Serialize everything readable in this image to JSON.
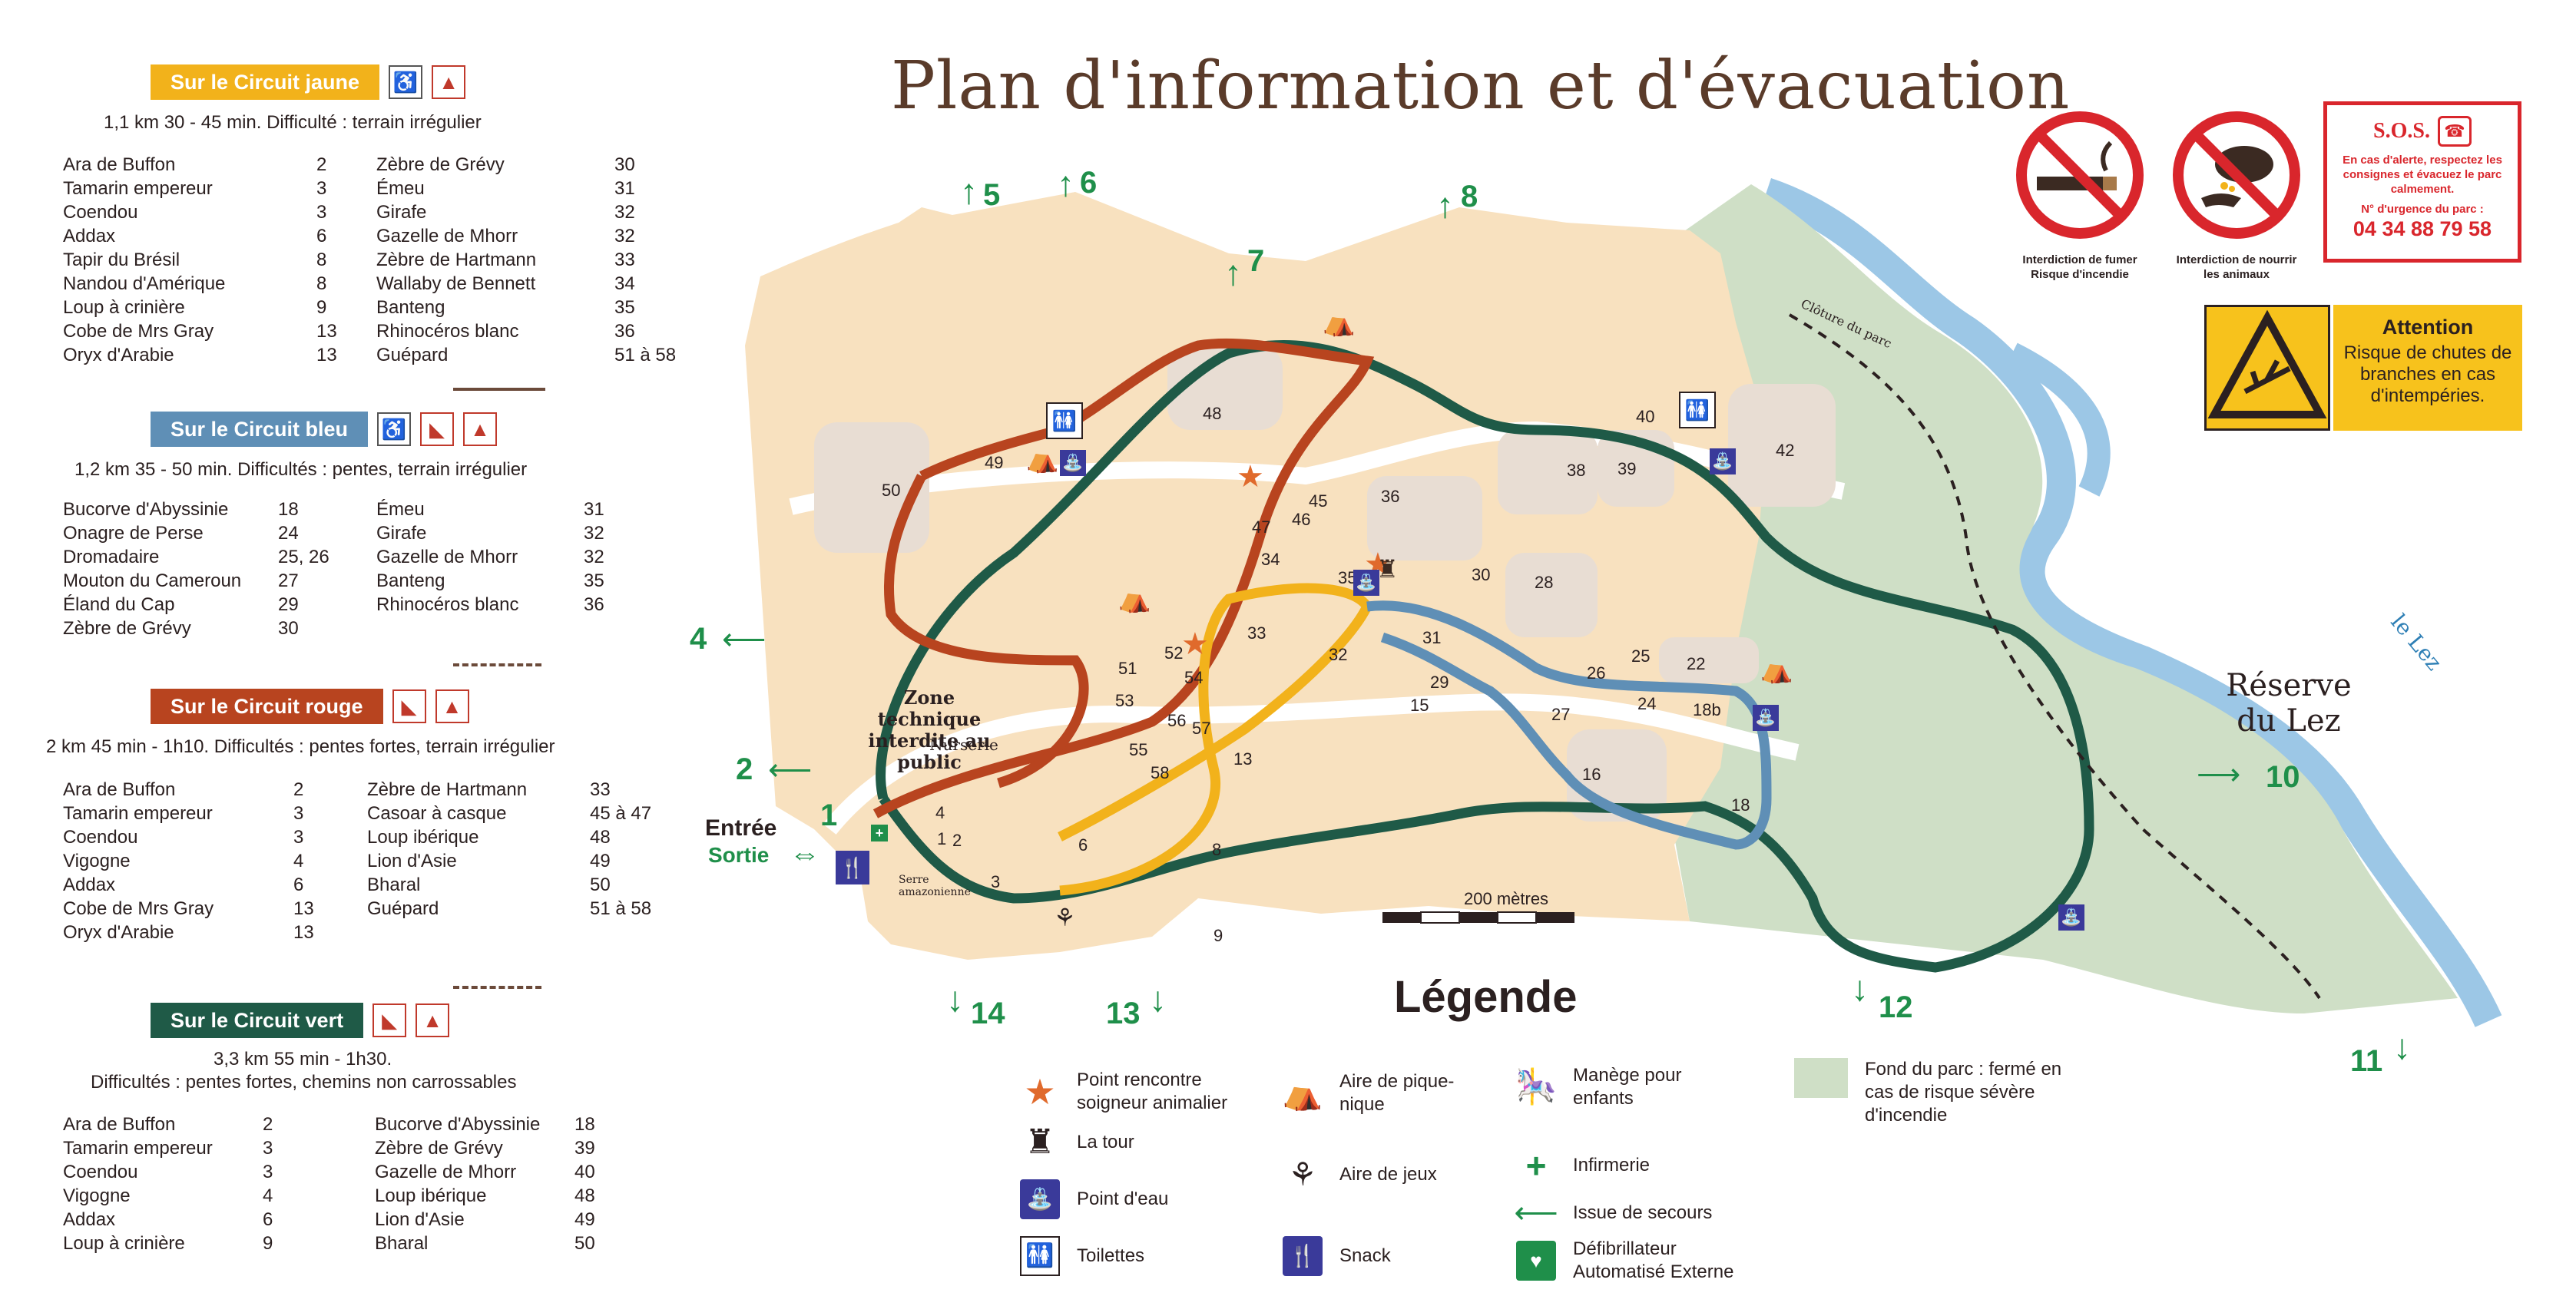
{
  "title": "Plan d'information et d'évacuation",
  "circuits": {
    "jaune": {
      "label": "Sur le Circuit jaune",
      "color": "#f2b21b",
      "info": "1,1 km   30 - 45 min. Difficulté : terrain irrégulier",
      "left": [
        {
          "name": "Ara de Buffon",
          "num": "2"
        },
        {
          "name": "Tamarin empereur",
          "num": "3"
        },
        {
          "name": "Coendou",
          "num": "3"
        },
        {
          "name": "Addax",
          "num": "6"
        },
        {
          "name": "Tapir du Brésil",
          "num": "8"
        },
        {
          "name": "Nandou d'Amérique",
          "num": "8"
        },
        {
          "name": "Loup à crinière",
          "num": "9"
        },
        {
          "name": "Cobe de Mrs Gray",
          "num": "13"
        },
        {
          "name": "Oryx d'Arabie",
          "num": "13"
        }
      ],
      "right": [
        {
          "name": "Zèbre de Grévy",
          "num": "30"
        },
        {
          "name": "Émeu",
          "num": "31"
        },
        {
          "name": "Girafe",
          "num": "32"
        },
        {
          "name": "Gazelle de Mhorr",
          "num": "32"
        },
        {
          "name": "Zèbre de Hartmann",
          "num": "33"
        },
        {
          "name": "Wallaby de Bennett",
          "num": "34"
        },
        {
          "name": "Banteng",
          "num": "35"
        },
        {
          "name": "Rhinocéros blanc",
          "num": "36"
        },
        {
          "name": "Guépard",
          "num": "51 à 58"
        }
      ]
    },
    "bleu": {
      "label": "Sur le Circuit bleu",
      "color": "#5f8fb6",
      "info": "1,2 km   35 - 50 min. Difficultés : pentes, terrain irrégulier",
      "left": [
        {
          "name": "Bucorve d'Abyssinie",
          "num": "18"
        },
        {
          "name": "Onagre de Perse",
          "num": "24"
        },
        {
          "name": "Dromadaire",
          "num": "25, 26"
        },
        {
          "name": "Mouton du Cameroun",
          "num": "27"
        },
        {
          "name": "Éland du Cap",
          "num": "29"
        },
        {
          "name": "Zèbre de Grévy",
          "num": "30"
        }
      ],
      "right": [
        {
          "name": "Émeu",
          "num": "31"
        },
        {
          "name": "Girafe",
          "num": "32"
        },
        {
          "name": "Gazelle de Mhorr",
          "num": "32"
        },
        {
          "name": "Banteng",
          "num": "35"
        },
        {
          "name": "Rhinocéros blanc",
          "num": "36"
        }
      ]
    },
    "rouge": {
      "label": "Sur le Circuit rouge",
      "color": "#b8441f",
      "info": "2 km   45 min - 1h10. Difficultés : pentes fortes, terrain irrégulier",
      "left": [
        {
          "name": "Ara de Buffon",
          "num": "2"
        },
        {
          "name": "Tamarin empereur",
          "num": "3"
        },
        {
          "name": "Coendou",
          "num": "3"
        },
        {
          "name": "Vigogne",
          "num": "4"
        },
        {
          "name": "Addax",
          "num": "6"
        },
        {
          "name": "Cobe de Mrs Gray",
          "num": "13"
        },
        {
          "name": "Oryx d'Arabie",
          "num": "13"
        }
      ],
      "right": [
        {
          "name": "Zèbre de Hartmann",
          "num": "33"
        },
        {
          "name": "Casoar à casque",
          "num": "45 à 47"
        },
        {
          "name": "Loup ibérique",
          "num": "48"
        },
        {
          "name": "Lion d'Asie",
          "num": "49"
        },
        {
          "name": "Bharal",
          "num": "50"
        },
        {
          "name": "Guépard",
          "num": "51 à 58"
        }
      ]
    },
    "vert": {
      "label": "Sur le Circuit vert",
      "color": "#1f5a47",
      "info1": "3,3 km   55 min - 1h30.",
      "info2": "Difficultés : pentes fortes, chemins non carrossables",
      "left": [
        {
          "name": "Ara de Buffon",
          "num": "2"
        },
        {
          "name": "Tamarin empereur",
          "num": "3"
        },
        {
          "name": "Coendou",
          "num": "3"
        },
        {
          "name": "Vigogne",
          "num": "4"
        },
        {
          "name": "Addax",
          "num": "6"
        },
        {
          "name": "Loup à crinière",
          "num": "9"
        }
      ],
      "right": [
        {
          "name": "Bucorve d'Abyssinie",
          "num": "18"
        },
        {
          "name": "Zèbre de Grévy",
          "num": "39"
        },
        {
          "name": "Gazelle de Mhorr",
          "num": "40"
        },
        {
          "name": "Loup ibérique",
          "num": "48"
        },
        {
          "name": "Lion d'Asie",
          "num": "49"
        },
        {
          "name": "Bharal",
          "num": "50"
        }
      ]
    }
  },
  "warnings": {
    "no_smoking": "Interdiction de fumer Risque d'incendie",
    "no_feeding": "Interdiction de nourrir les animaux",
    "sos_title": "S.O.S.",
    "sos_text": "En cas d'alerte, respectez les consignes et évacuez le parc calmement.",
    "sos_urgence": "N° d'urgence du parc :",
    "sos_phone": "04 34 88 79 58",
    "attention_title": "Attention",
    "attention_text": "Risque de chutes de branches en cas d'intempéries."
  },
  "map": {
    "entree": "Entrée",
    "sortie": "Sortie",
    "zone_technique": "Zone technique interdite au public",
    "nurserie": "Nurserie",
    "serre": "Serre amazonienne",
    "reserve": "Réserve du Lez",
    "lez": "le Lez",
    "cloture": "Clôture du parc",
    "scale": "200 mètres",
    "exits": [
      "1",
      "2",
      "4",
      "5",
      "6",
      "7",
      "8",
      "10",
      "11",
      "12",
      "13",
      "14"
    ],
    "enclosures": [
      "1",
      "2",
      "3",
      "4",
      "6",
      "8",
      "9",
      "13",
      "15",
      "16",
      "18",
      "18b",
      "22",
      "24",
      "25",
      "26",
      "27",
      "28",
      "29",
      "30",
      "31",
      "32",
      "33",
      "34",
      "35",
      "36",
      "38",
      "39",
      "40",
      "42",
      "45",
      "46",
      "47",
      "48",
      "49",
      "50",
      "51",
      "52",
      "53",
      "54",
      "55",
      "56",
      "57",
      "58"
    ]
  },
  "legend": {
    "title": "Légende",
    "items": [
      {
        "icon": "star-icon",
        "label": "Point rencontre soigneur animalier"
      },
      {
        "icon": "tower-icon",
        "label": "La tour"
      },
      {
        "icon": "water-icon",
        "label": "Point d'eau"
      },
      {
        "icon": "toilet-icon",
        "label": "Toilettes"
      },
      {
        "icon": "picnic-icon",
        "label": "Aire de pique-nique"
      },
      {
        "icon": "playground-icon",
        "label": "Aire de jeux"
      },
      {
        "icon": "snack-icon",
        "label": "Snack"
      },
      {
        "icon": "carousel-icon",
        "label": "Manège pour enfants"
      },
      {
        "icon": "cross-icon",
        "label": "Infirmerie"
      },
      {
        "icon": "arrow-icon",
        "label": "Issue de secours"
      },
      {
        "icon": "defib-icon",
        "label": "Défibrillateur Automatisé Externe"
      },
      {
        "icon": "background-swatch",
        "label": "Fond du parc : fermé en cas de risque sévère d'incendie"
      }
    ]
  },
  "colors": {
    "park_bg": "#f8e1bf",
    "reserve_bg": "#cfdfc6",
    "river": "#9cc7e6",
    "enclosure": "#e8ddd3",
    "exit_green": "#1f8f4a"
  }
}
